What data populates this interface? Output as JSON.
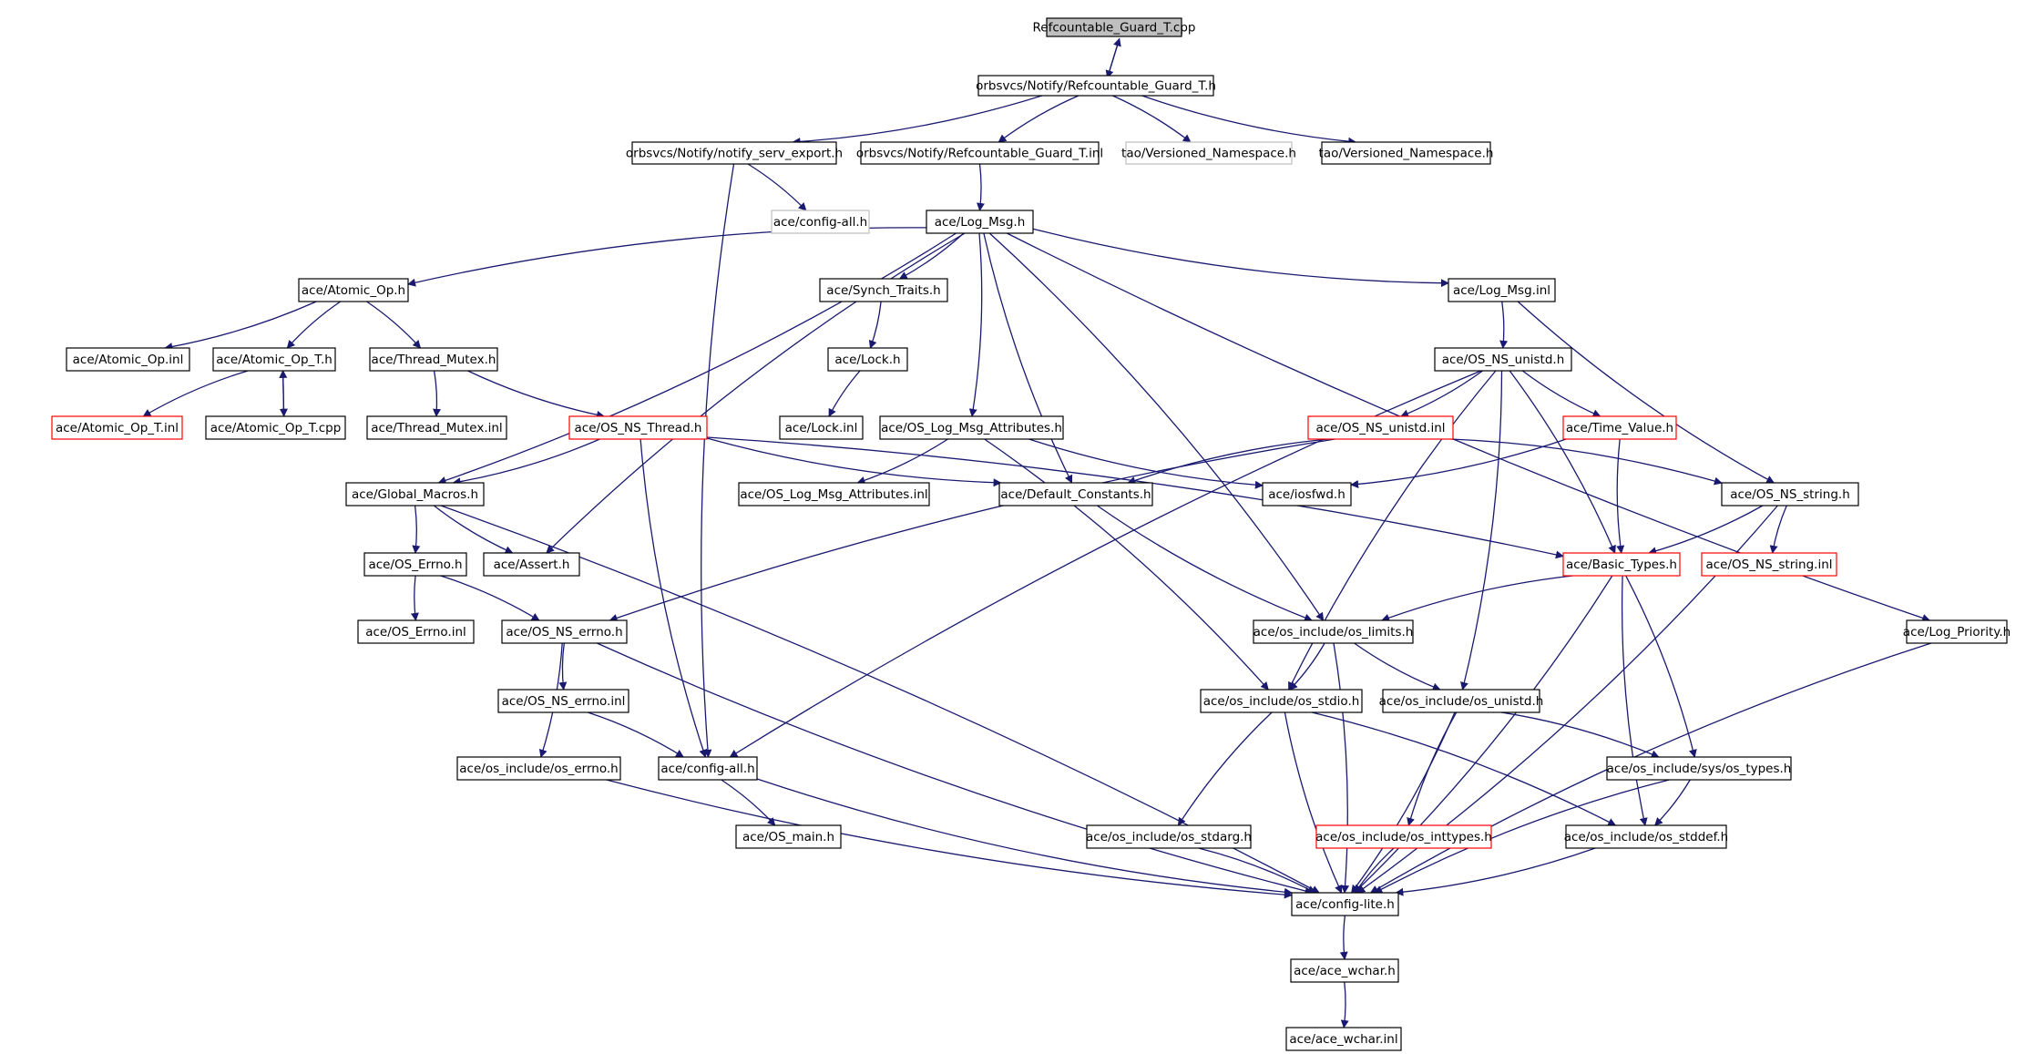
{
  "colors": {
    "edge": "#191970",
    "border_normal": "#000000",
    "border_truncated": "#ff0000",
    "border_external": "#bfbfbf",
    "fill_root": "#bfbfbf",
    "fill_normal": "#ffffff"
  },
  "nodes": [
    {
      "id": "n0",
      "label": "Refcountable_Guard_T.cpp",
      "kind": "root"
    },
    {
      "id": "n1",
      "label": "orbsvcs/Notify/Refcountable_Guard_T.h",
      "kind": "normal"
    },
    {
      "id": "n2",
      "label": "orbsvcs/Notify/notify_serv_export.h",
      "kind": "normal"
    },
    {
      "id": "n3",
      "label": "orbsvcs/Notify/Refcountable_Guard_T.inl",
      "kind": "normal"
    },
    {
      "id": "n4",
      "label": "tao/Versioned_Namespace.h",
      "kind": "external"
    },
    {
      "id": "n5",
      "label": "tao/Versioned_Namespace.h",
      "kind": "normal"
    },
    {
      "id": "n6",
      "label": "ace/config-all.h",
      "kind": "external"
    },
    {
      "id": "n7",
      "label": "ace/Log_Msg.h",
      "kind": "normal"
    },
    {
      "id": "n8",
      "label": "ace/Atomic_Op.h",
      "kind": "normal"
    },
    {
      "id": "n9",
      "label": "ace/Synch_Traits.h",
      "kind": "normal"
    },
    {
      "id": "n10",
      "label": "ace/Log_Msg.inl",
      "kind": "normal"
    },
    {
      "id": "n11",
      "label": "ace/Atomic_Op.inl",
      "kind": "normal"
    },
    {
      "id": "n12",
      "label": "ace/Atomic_Op_T.h",
      "kind": "normal"
    },
    {
      "id": "n13",
      "label": "ace/Thread_Mutex.h",
      "kind": "normal"
    },
    {
      "id": "n14",
      "label": "ace/Lock.h",
      "kind": "normal"
    },
    {
      "id": "n15",
      "label": "ace/OS_NS_unistd.h",
      "kind": "normal"
    },
    {
      "id": "n16",
      "label": "ace/Atomic_Op_T.inl",
      "kind": "truncated"
    },
    {
      "id": "n17",
      "label": "ace/Atomic_Op_T.cpp",
      "kind": "normal"
    },
    {
      "id": "n18",
      "label": "ace/Thread_Mutex.inl",
      "kind": "normal"
    },
    {
      "id": "n19",
      "label": "ace/OS_NS_Thread.h",
      "kind": "truncated"
    },
    {
      "id": "n20",
      "label": "ace/Lock.inl",
      "kind": "normal"
    },
    {
      "id": "n21",
      "label": "ace/OS_Log_Msg_Attributes.h",
      "kind": "normal"
    },
    {
      "id": "n22",
      "label": "ace/OS_NS_unistd.inl",
      "kind": "truncated"
    },
    {
      "id": "n23",
      "label": "ace/Time_Value.h",
      "kind": "truncated"
    },
    {
      "id": "n24",
      "label": "ace/Global_Macros.h",
      "kind": "normal"
    },
    {
      "id": "n25",
      "label": "ace/OS_Log_Msg_Attributes.inl",
      "kind": "normal"
    },
    {
      "id": "n26",
      "label": "ace/Default_Constants.h",
      "kind": "normal"
    },
    {
      "id": "n27",
      "label": "ace/iosfwd.h",
      "kind": "normal"
    },
    {
      "id": "n28",
      "label": "ace/OS_NS_string.h",
      "kind": "normal"
    },
    {
      "id": "n29",
      "label": "ace/OS_Errno.h",
      "kind": "normal"
    },
    {
      "id": "n30",
      "label": "ace/Assert.h",
      "kind": "normal"
    },
    {
      "id": "n31",
      "label": "ace/Basic_Types.h",
      "kind": "truncated"
    },
    {
      "id": "n32",
      "label": "ace/OS_NS_string.inl",
      "kind": "truncated"
    },
    {
      "id": "n33",
      "label": "ace/OS_Errno.inl",
      "kind": "normal"
    },
    {
      "id": "n34",
      "label": "ace/OS_NS_errno.h",
      "kind": "normal"
    },
    {
      "id": "n35",
      "label": "ace/os_include/os_limits.h",
      "kind": "normal"
    },
    {
      "id": "n36",
      "label": "ace/Log_Priority.h",
      "kind": "normal"
    },
    {
      "id": "n37",
      "label": "ace/OS_NS_errno.inl",
      "kind": "normal"
    },
    {
      "id": "n38",
      "label": "ace/os_include/os_stdio.h",
      "kind": "normal"
    },
    {
      "id": "n39",
      "label": "ace/os_include/os_unistd.h",
      "kind": "normal"
    },
    {
      "id": "n40",
      "label": "ace/os_include/os_errno.h",
      "kind": "normal"
    },
    {
      "id": "n41",
      "label": "ace/config-all.h",
      "kind": "normal"
    },
    {
      "id": "n42",
      "label": "ace/os_include/sys/os_types.h",
      "kind": "normal"
    },
    {
      "id": "n43",
      "label": "ace/OS_main.h",
      "kind": "normal"
    },
    {
      "id": "n44",
      "label": "ace/os_include/os_stdarg.h",
      "kind": "normal"
    },
    {
      "id": "n45",
      "label": "ace/os_include/os_inttypes.h",
      "kind": "truncated"
    },
    {
      "id": "n46",
      "label": "ace/os_include/os_stddef.h",
      "kind": "normal"
    },
    {
      "id": "n47",
      "label": "ace/config-lite.h",
      "kind": "normal"
    },
    {
      "id": "n48",
      "label": "ace/ace_wchar.h",
      "kind": "normal"
    },
    {
      "id": "n49",
      "label": "ace/ace_wchar.inl",
      "kind": "normal"
    }
  ],
  "edges": [
    [
      "n0",
      "n1"
    ],
    [
      "n1",
      "n0"
    ],
    [
      "n1",
      "n2"
    ],
    [
      "n1",
      "n3"
    ],
    [
      "n1",
      "n4"
    ],
    [
      "n1",
      "n5"
    ],
    [
      "n2",
      "n6"
    ],
    [
      "n2",
      "n41"
    ],
    [
      "n3",
      "n7"
    ],
    [
      "n7",
      "n8"
    ],
    [
      "n7",
      "n9"
    ],
    [
      "n7",
      "n10"
    ],
    [
      "n7",
      "n24"
    ],
    [
      "n7",
      "n30"
    ],
    [
      "n7",
      "n21"
    ],
    [
      "n7",
      "n26"
    ],
    [
      "n7",
      "n35"
    ],
    [
      "n7",
      "n36"
    ],
    [
      "n8",
      "n11"
    ],
    [
      "n8",
      "n12"
    ],
    [
      "n8",
      "n13"
    ],
    [
      "n12",
      "n16"
    ],
    [
      "n12",
      "n17"
    ],
    [
      "n17",
      "n12"
    ],
    [
      "n13",
      "n18"
    ],
    [
      "n13",
      "n19"
    ],
    [
      "n9",
      "n14"
    ],
    [
      "n14",
      "n20"
    ],
    [
      "n10",
      "n15"
    ],
    [
      "n10",
      "n28"
    ],
    [
      "n15",
      "n22"
    ],
    [
      "n15",
      "n23"
    ],
    [
      "n15",
      "n31"
    ],
    [
      "n15",
      "n38"
    ],
    [
      "n15",
      "n39"
    ],
    [
      "n15",
      "n41"
    ],
    [
      "n19",
      "n24"
    ],
    [
      "n19",
      "n26"
    ],
    [
      "n19",
      "n31"
    ],
    [
      "n19",
      "n41"
    ],
    [
      "n21",
      "n25"
    ],
    [
      "n21",
      "n27"
    ],
    [
      "n21",
      "n38"
    ],
    [
      "n22",
      "n26"
    ],
    [
      "n22",
      "n28"
    ],
    [
      "n22",
      "n34"
    ],
    [
      "n23",
      "n27"
    ],
    [
      "n23",
      "n31"
    ],
    [
      "n24",
      "n29"
    ],
    [
      "n24",
      "n30"
    ],
    [
      "n24",
      "n47"
    ],
    [
      "n26",
      "n35"
    ],
    [
      "n28",
      "n31"
    ],
    [
      "n28",
      "n32"
    ],
    [
      "n28",
      "n47"
    ],
    [
      "n29",
      "n33"
    ],
    [
      "n29",
      "n34"
    ],
    [
      "n31",
      "n35"
    ],
    [
      "n31",
      "n42"
    ],
    [
      "n31",
      "n46"
    ],
    [
      "n31",
      "n47"
    ],
    [
      "n34",
      "n37"
    ],
    [
      "n34",
      "n40"
    ],
    [
      "n34",
      "n47"
    ],
    [
      "n35",
      "n38"
    ],
    [
      "n35",
      "n39"
    ],
    [
      "n35",
      "n47"
    ],
    [
      "n36",
      "n47"
    ],
    [
      "n37",
      "n41"
    ],
    [
      "n38",
      "n44"
    ],
    [
      "n38",
      "n46"
    ],
    [
      "n38",
      "n47"
    ],
    [
      "n39",
      "n42"
    ],
    [
      "n39",
      "n45"
    ],
    [
      "n39",
      "n47"
    ],
    [
      "n40",
      "n47"
    ],
    [
      "n41",
      "n43"
    ],
    [
      "n41",
      "n47"
    ],
    [
      "n42",
      "n46"
    ],
    [
      "n42",
      "n47"
    ],
    [
      "n44",
      "n47"
    ],
    [
      "n45",
      "n47"
    ],
    [
      "n46",
      "n47"
    ],
    [
      "n47",
      "n48"
    ],
    [
      "n48",
      "n49"
    ]
  ]
}
